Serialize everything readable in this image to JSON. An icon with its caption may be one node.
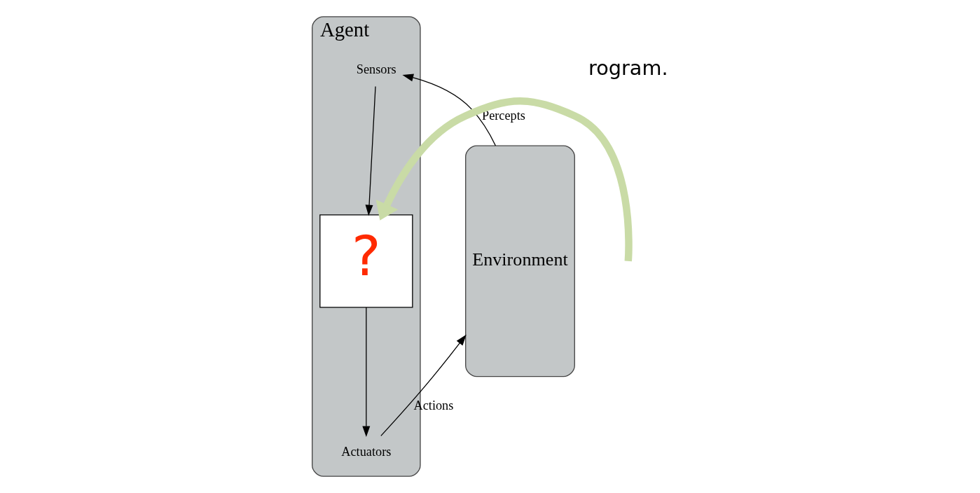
{
  "diagram": {
    "nodes": [
      {
        "text": [
          "Agent"
        ]
      },
      {
        "text": [
          "Sensors"
        ],
        "in": 0
      },
      {
        "text": [
          "?"
        ],
        "in": 0
      },
      {
        "text": [
          "Actuators"
        ],
        "in": 0
      },
      {
        "text": [
          "Environment"
        ]
      }
    ],
    "edges": [
      {
        "from": 4,
        "to": 1,
        "arrow": "to",
        "label": "Percepts"
      },
      {
        "from": 1,
        "to": 2,
        "arrow": "to"
      },
      {
        "from": 2,
        "to": 3,
        "arrow": "to"
      },
      {
        "from": 3,
        "to": 4,
        "arrow": "to",
        "label": "Actions"
      },
      {
        "from": null,
        "to": 2,
        "arrow": "to",
        "style": "thick",
        "color": "#c9dba6"
      }
    ],
    "labels": [
      "rogram."
    ]
  }
}
